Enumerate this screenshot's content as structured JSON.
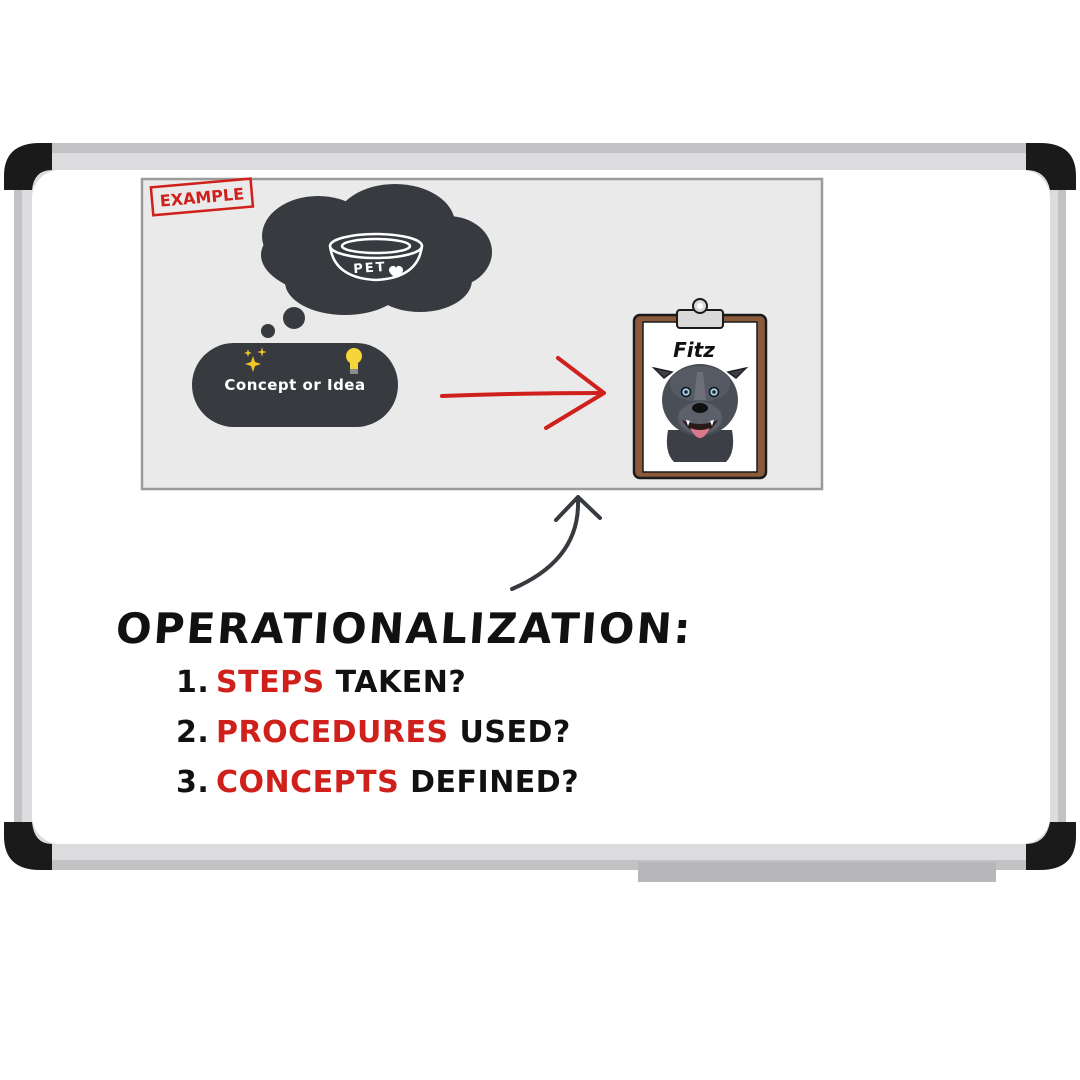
{
  "example_stamp": "EXAMPLE",
  "thought_bubble": {
    "bowl_label": "PET",
    "heart_icon": "heart-icon"
  },
  "concept_pill": {
    "label": "Concept or Idea",
    "sparkle_icon": "sparkles-icon",
    "bulb_icon": "lightbulb-icon"
  },
  "clipboard": {
    "name": "Fitz",
    "image": "dog-portrait"
  },
  "title": "OPERATIONALIZATION:",
  "items": [
    {
      "number": "1.",
      "highlight": "STEPS",
      "rest": " TAKEN?"
    },
    {
      "number": "2.",
      "highlight": "PROCEDURES",
      "rest": " USED?"
    },
    {
      "number": "3.",
      "highlight": "CONCEPTS",
      "rest": " DEFINED?"
    }
  ],
  "colors": {
    "accent_red": "#d0201b",
    "frame_gray": "#c4c4c4",
    "bubble_dark": "#373a3f",
    "panel_bg": "#eaeaea",
    "clipboard_brown": "#8a5a3b"
  }
}
